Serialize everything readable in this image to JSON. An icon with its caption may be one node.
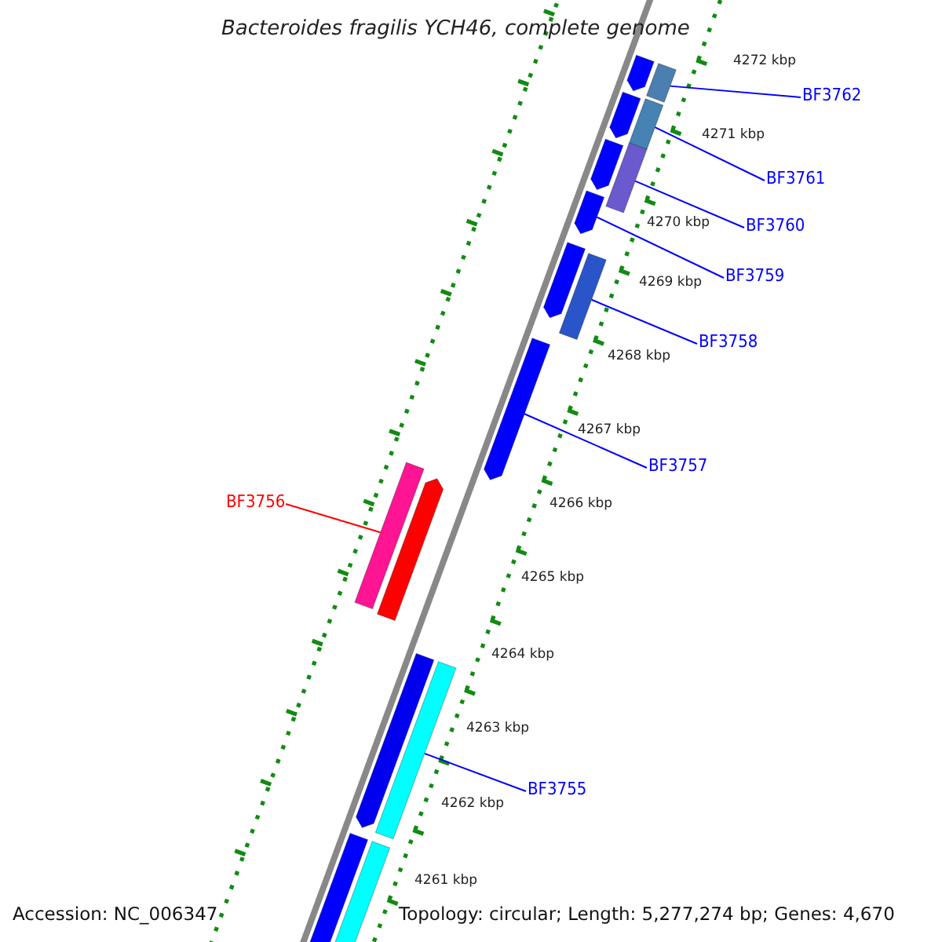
{
  "diagram": {
    "title": "Bacteroides fragilis YCH46, complete genome",
    "nodes": [
      {
        "text": [
          "BF3762"
        ]
      },
      {
        "text": [
          "BF3761"
        ]
      },
      {
        "text": [
          "BF3760"
        ]
      },
      {
        "text": [
          "BF3759"
        ]
      },
      {
        "text": [
          "BF3758"
        ]
      },
      {
        "text": [
          "BF3757"
        ]
      },
      {
        "text": [
          "BF3756"
        ]
      },
      {
        "text": [
          "BF3755"
        ]
      },
      {
        "text": [],
        "shape": "bar"
      },
      {
        "text": [],
        "shape": "bar"
      },
      {
        "text": [],
        "shape": "bar"
      },
      {
        "text": [],
        "shape": "bar"
      },
      {
        "text": [],
        "shape": "bar"
      },
      {
        "text": [],
        "shape": "bar"
      },
      {
        "text": [],
        "shape": "bar"
      },
      {
        "text": [],
        "shape": "bar"
      },
      {
        "text": [],
        "shape": "bar"
      },
      {
        "text": [],
        "shape": "bar"
      },
      {
        "text": [],
        "shape": "bar"
      },
      {
        "text": [],
        "shape": "bar"
      },
      {
        "text": [],
        "shape": "bar"
      },
      {
        "text": [],
        "shape": "bar"
      },
      {
        "text": [],
        "shape": "bar"
      },
      {
        "text": [],
        "shape": "bar"
      }
    ],
    "edges": [
      {
        "from": 0,
        "to": 9,
        "arrow": "none"
      },
      {
        "from": 1,
        "to": 11,
        "arrow": "none"
      },
      {
        "from": 2,
        "to": 12,
        "arrow": "none"
      },
      {
        "from": 3,
        "to": 14,
        "arrow": "none"
      },
      {
        "from": 4,
        "to": 16,
        "arrow": "none"
      },
      {
        "from": 5,
        "to": 17,
        "arrow": "none"
      },
      {
        "from": 6,
        "to": 18,
        "arrow": "none",
        "color": "#ff0000"
      },
      {
        "from": 7,
        "to": 21,
        "arrow": "none"
      }
    ],
    "labels": [
      "4272 kbp",
      "4271 kbp",
      "4270 kbp",
      "4269 kbp",
      "4268 kbp",
      "4267 kbp",
      "4266 kbp",
      "4265 kbp",
      "4264 kbp",
      "4263 kbp",
      "4262 kbp",
      "4261 kbp",
      "Accession: NC_006347",
      "Topology: circular; Length: 5,277,274 bp; Genes: 4,670"
    ]
  }
}
